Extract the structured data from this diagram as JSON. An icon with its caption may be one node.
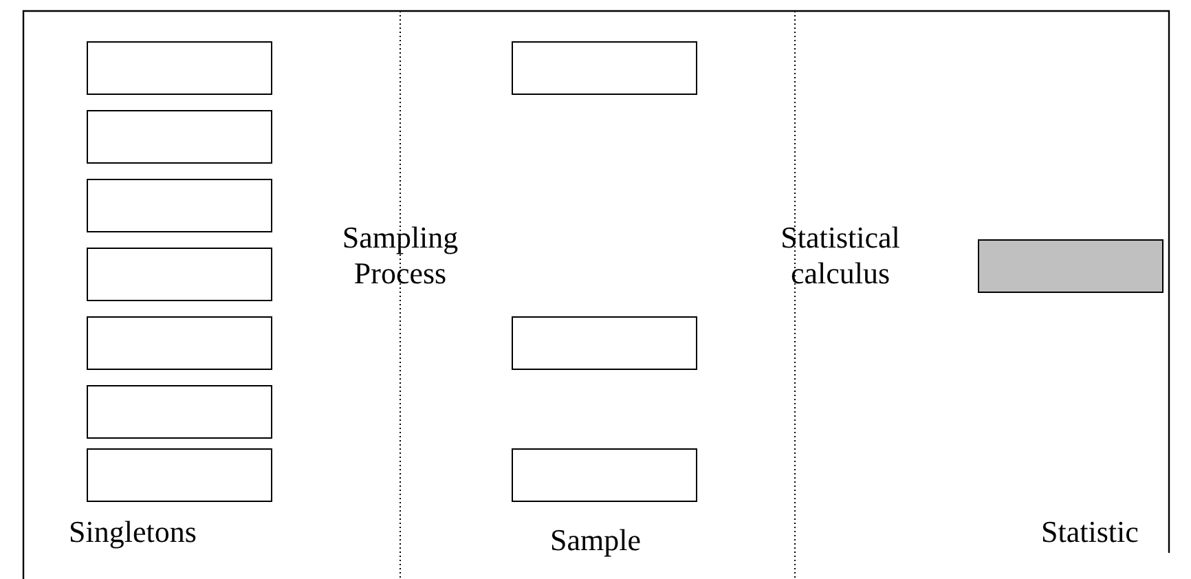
{
  "diagram": {
    "nodes": [
      {
        "text": [],
        "shape": "box"
      },
      {
        "text": [],
        "shape": "box"
      },
      {
        "text": [],
        "shape": "box"
      },
      {
        "text": [],
        "shape": "box"
      },
      {
        "text": [],
        "shape": "box"
      },
      {
        "text": [],
        "shape": "box"
      },
      {
        "text": [],
        "shape": "box"
      },
      {
        "text": [],
        "shape": "box"
      },
      {
        "text": [],
        "shape": "box"
      },
      {
        "text": [],
        "shape": "box"
      },
      {
        "text": [],
        "shape": "box"
      }
    ],
    "labels": [
      "Sampling Process",
      "Statistical calculus",
      "Singletons",
      "Sample",
      "Statistic"
    ]
  }
}
